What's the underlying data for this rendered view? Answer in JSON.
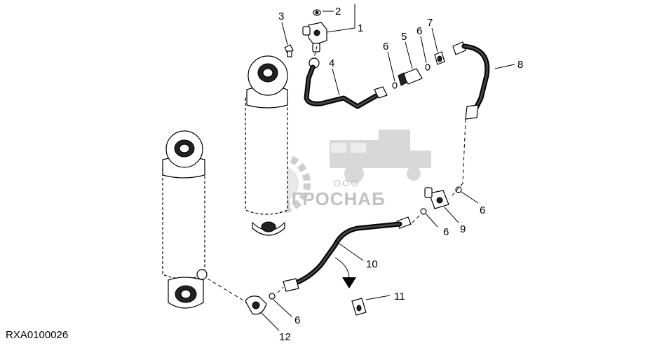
{
  "figure_id": "RXA0100026",
  "watermark": {
    "brand": "АГРОСНАБ",
    "prefix": "ООО"
  },
  "callouts": [
    "1",
    "2",
    "3",
    "4",
    "5",
    "6",
    "7",
    "8",
    "6",
    "6",
    "9",
    "10",
    "11",
    "6",
    "12",
    "6"
  ]
}
